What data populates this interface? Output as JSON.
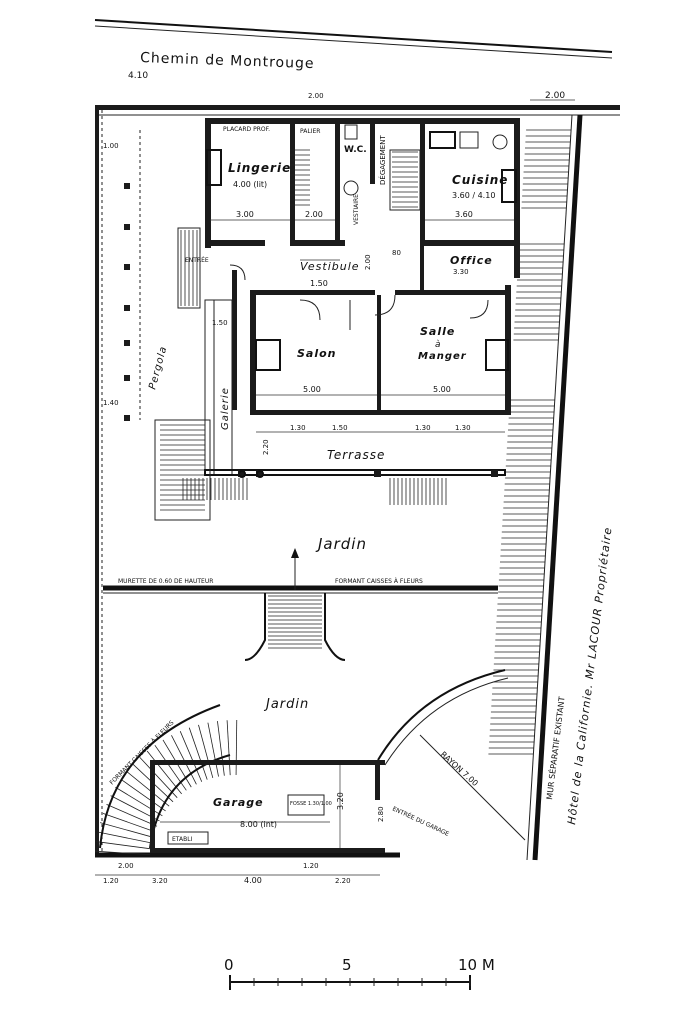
{
  "labels": {
    "street": "Chemin de Montrouge",
    "street_dim": "4.10",
    "top_right_dim": "2.00",
    "lingerie": "Lingerie",
    "lingerie_dim": "4.00 (lit)",
    "placard_prof": "PLACARD PROF.",
    "palier": "PALIER",
    "wc": "W.C.",
    "degagement": "DÉGAGEMENT",
    "vestiaire": "VESTIAIRE",
    "cuisine": "Cuisine",
    "cuisine_dim": "3.60 / 4.10",
    "office": "Office",
    "office_dim": "3.30",
    "vestibule": "Vestibule",
    "entree": "ENTRÉE",
    "salon": "Salon",
    "salle_1": "Salle",
    "salle_2": "à",
    "salle_3": "Manger",
    "galerie": "Galerie",
    "pergola": "Pergola",
    "terrasse": "Terrasse",
    "jardin_1": "Jardin",
    "jardin_2": "Jardin",
    "murette": "MURETTE DE 0.60 DE HAUTEUR",
    "formant": "FORMANT CAISSES À FLEURS",
    "caisses_curve": "FORMANT CAISSES À FLEURS",
    "garage": "Garage",
    "garage_len": "8.00 (int)",
    "garage_w": "3.20",
    "fosse": "FOSSE 1.30/1.00",
    "entree_garage": "ENTRÉE DU GARAGE",
    "etabli": "ETABLI",
    "rayon": "RAYON 7.00",
    "mur_separatif": "MUR SÉPARATIF EXISTANT",
    "hotel": "Hôtel de la Californie. Mr LACOUR Propriétaire",
    "dims": {
      "d200a": "2.00",
      "d300a": "3.00",
      "d200b": "2.00",
      "d360": "3.60",
      "d150": "1.50",
      "d500a": "5.00",
      "d500b": "5.00",
      "d130a": "1.30",
      "d150b": "1.50",
      "d130b": "1.30",
      "d130c": "1.30",
      "d220": "2.20",
      "d280": "2.80",
      "d200bot": "2.00",
      "d120a": "1.20",
      "d320": "3.20",
      "d400": "4.00",
      "d220b": "2.20",
      "d120b": "1.20",
      "d080": "80",
      "d200v": "2.00",
      "d100": "1.00",
      "d140": "1.40",
      "d150v": "1.50"
    }
  },
  "scale": {
    "marks": [
      "0",
      "5",
      "10 M"
    ]
  }
}
